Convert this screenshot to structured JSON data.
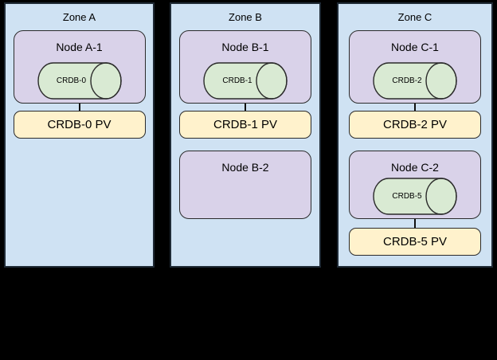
{
  "diagram": {
    "description": "Three-zone Kubernetes deployment diagram with CockroachDB pods and persistent volumes",
    "background_color": "#000000",
    "colors": {
      "zone_fill": "#cfe2f3",
      "node_fill": "#d9d2e9",
      "pod_cylinder_fill": "#d9ead3",
      "pv_fill": "#fff2cc",
      "border": "#2b2b2b",
      "text": "#000000"
    }
  },
  "zones": [
    {
      "title": "Zone A",
      "nodes": [
        {
          "label": "Node A-1",
          "pod": "CRDB-0",
          "pv": "CRDB-0 PV"
        }
      ]
    },
    {
      "title": "Zone B",
      "nodes": [
        {
          "label": "Node B-1",
          "pod": "CRDB-1",
          "pv": "CRDB-1 PV"
        },
        {
          "label": "Node B-2"
        }
      ]
    },
    {
      "title": "Zone C",
      "nodes": [
        {
          "label": "Node C-1",
          "pod": "CRDB-2",
          "pv": "CRDB-2 PV"
        },
        {
          "label": "Node C-2",
          "pod": "CRDB-5",
          "pv": "CRDB-5 PV"
        }
      ]
    }
  ]
}
